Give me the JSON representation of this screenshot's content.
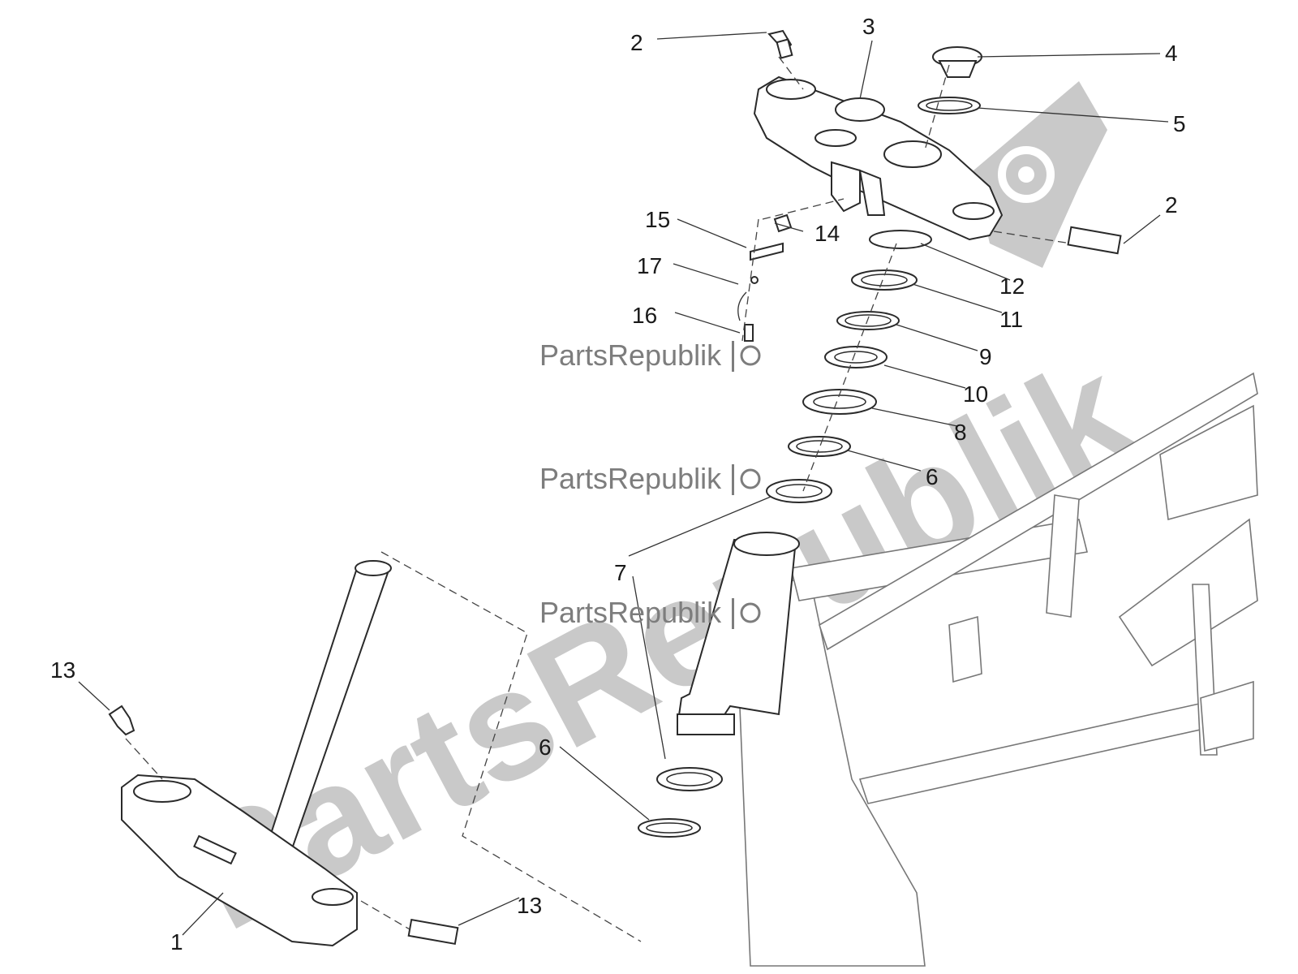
{
  "watermark": {
    "big_text": "PartsRepublik",
    "small_text": "PartsRepublik",
    "logo_icon": "gear-flag-icon"
  },
  "callouts": [
    {
      "id": "c1",
      "label": "1"
    },
    {
      "id": "c2a",
      "label": "2"
    },
    {
      "id": "c2b",
      "label": "2"
    },
    {
      "id": "c3",
      "label": "3"
    },
    {
      "id": "c4",
      "label": "4"
    },
    {
      "id": "c5",
      "label": "5"
    },
    {
      "id": "c6a",
      "label": "6"
    },
    {
      "id": "c6b",
      "label": "6"
    },
    {
      "id": "c7",
      "label": "7"
    },
    {
      "id": "c8",
      "label": "8"
    },
    {
      "id": "c9",
      "label": "9"
    },
    {
      "id": "c10",
      "label": "10"
    },
    {
      "id": "c11",
      "label": "11"
    },
    {
      "id": "c12",
      "label": "12"
    },
    {
      "id": "c13a",
      "label": "13"
    },
    {
      "id": "c13b",
      "label": "13"
    },
    {
      "id": "c14",
      "label": "14"
    },
    {
      "id": "c15",
      "label": "15"
    },
    {
      "id": "c16",
      "label": "16"
    },
    {
      "id": "c17",
      "label": "17"
    }
  ]
}
